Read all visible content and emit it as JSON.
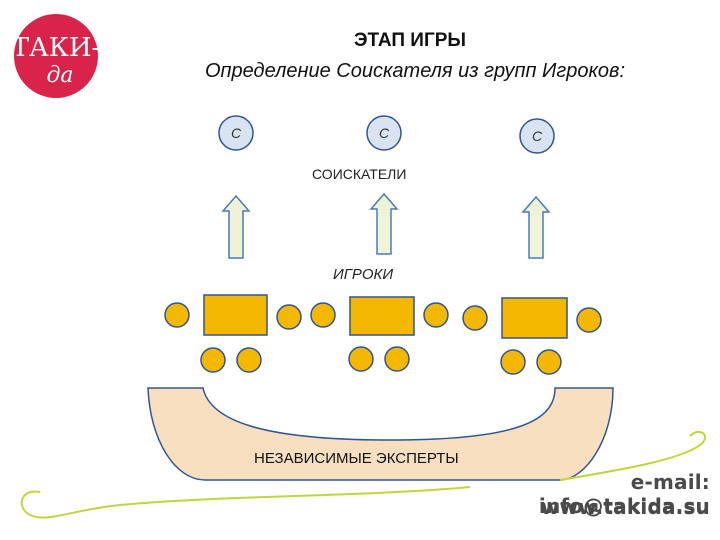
{
  "logo": {
    "line1": "ТАКИ-",
    "line2": "да",
    "color": "#d8234a"
  },
  "header": {
    "title": "ЭТАП ИГРЫ",
    "subtitle": "Определение Соискателя из групп Игроков:"
  },
  "diagram": {
    "candidate_marks": [
      "С",
      "С",
      "С"
    ],
    "candidates_label": "СОИСКАТЕЛИ",
    "players_label": "ИГРОКИ",
    "experts_label": "НЕЗАВИСИМЫЕ ЭКСПЕРТЫ",
    "colors": {
      "player_fill": "#f5b800",
      "player_stroke": "#2f5596",
      "candidate_fill": "#d9e4f2",
      "arrow_fill": "#eef3d8",
      "arrow_stroke": "#4a7ab8",
      "arc_fill": "#f8dfc0",
      "arc_stroke": "#2f5596"
    }
  },
  "footer": {
    "email": "e-mail: info@takida.su",
    "website": "www.takida.su",
    "decor_color": "#c0d63c"
  }
}
